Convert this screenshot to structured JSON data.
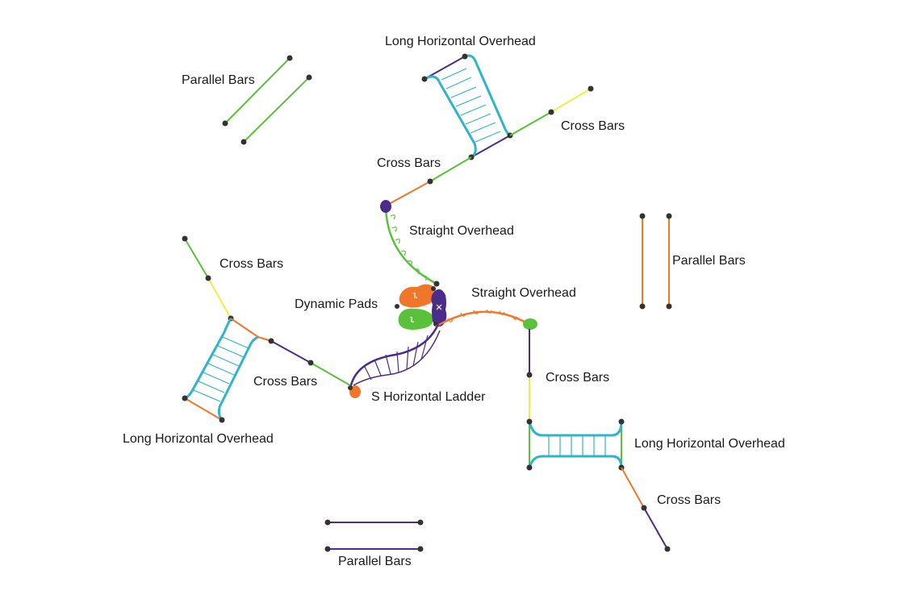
{
  "colors": {
    "background": "#ffffff",
    "green": "#5ac13a",
    "orange": "#f2762a",
    "purple": "#4a2c8a",
    "teal": "#2fb4c9",
    "yellow": "#f3ec3f",
    "node": "#333333",
    "label": "#1a1a1a"
  },
  "labels": {
    "parallel_bars_top_left": "Parallel Bars",
    "long_horizontal_overhead_top": "Long Horizontal Overhead",
    "cross_bars_top_right": "Cross Bars",
    "cross_bars_top_mid": "Cross Bars",
    "straight_overhead_top": "Straight Overhead",
    "cross_bars_left": "Cross Bars",
    "parallel_bars_right": "Parallel Bars",
    "dynamic_pads": "Dynamic Pads",
    "straight_overhead_right": "Straight Overhead",
    "cross_bars_left_lower": "Cross Bars",
    "cross_bars_right_mid": "Cross Bars",
    "s_horizontal_ladder": "S Horizontal Ladder",
    "long_horizontal_overhead_left": "Long Horizontal Overhead",
    "long_horizontal_overhead_right": "Long Horizontal Overhead",
    "cross_bars_bottom_right": "Cross Bars",
    "parallel_bars_bottom": "Parallel Bars"
  },
  "icons": {
    "node": "dot-node-icon",
    "pad": "dynamic-pad-icon"
  }
}
